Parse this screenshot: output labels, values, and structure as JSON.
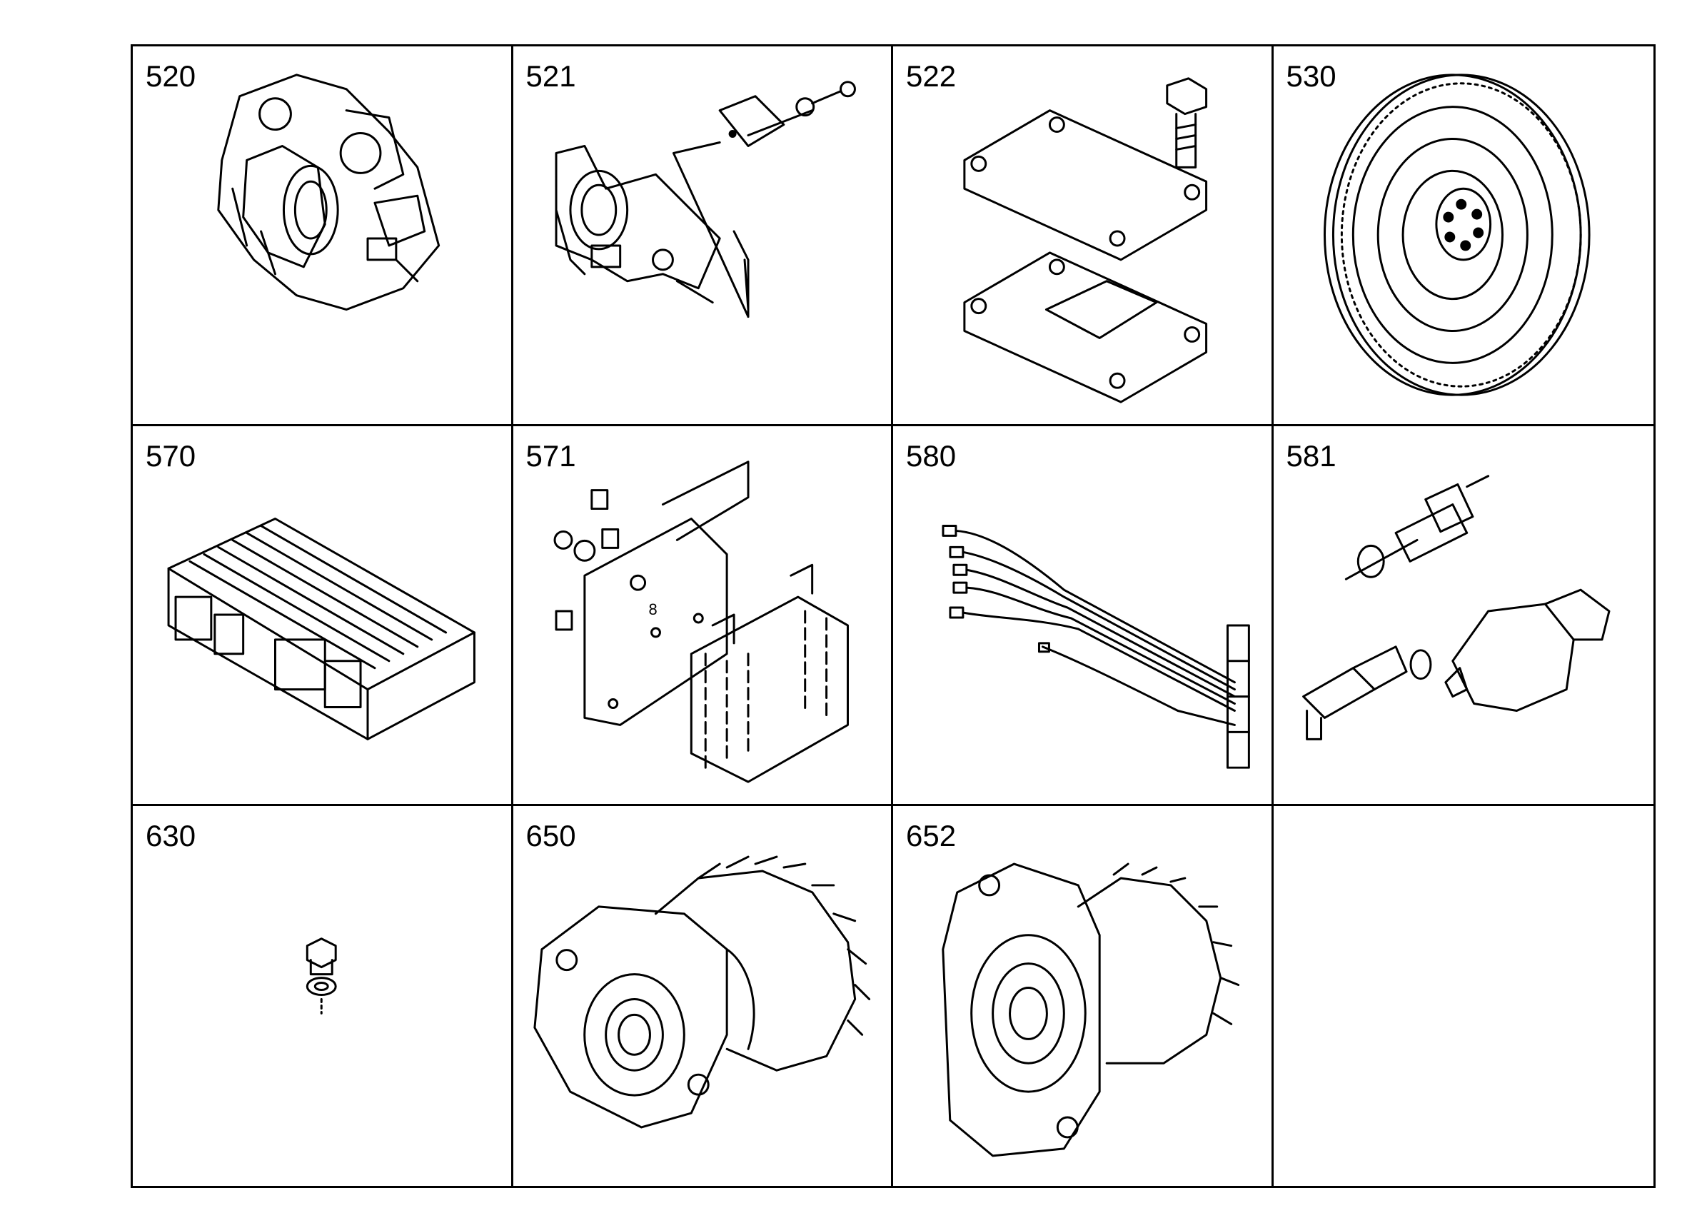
{
  "cells": [
    {
      "label": "520",
      "icon": "flywheel-housing-icon"
    },
    {
      "label": "521",
      "icon": "cover-plate-icon"
    },
    {
      "label": "522",
      "icon": "gasket-and-bolt-icon"
    },
    {
      "label": "530",
      "icon": "flywheel-icon"
    },
    {
      "label": "570",
      "icon": "ecu-icon"
    },
    {
      "label": "571",
      "icon": "ecu-mounting-bracket-icon"
    },
    {
      "label": "580",
      "icon": "wiring-harness-icon"
    },
    {
      "label": "581",
      "icon": "sensor-kit-icon"
    },
    {
      "label": "630",
      "icon": "plug-and-washer-icon"
    },
    {
      "label": "650",
      "icon": "pump-drive-icon"
    },
    {
      "label": "652",
      "icon": "pump-drive-alt-icon"
    },
    {
      "label": "",
      "icon": ""
    }
  ],
  "callouts": {
    "bracket_screw": "8"
  }
}
